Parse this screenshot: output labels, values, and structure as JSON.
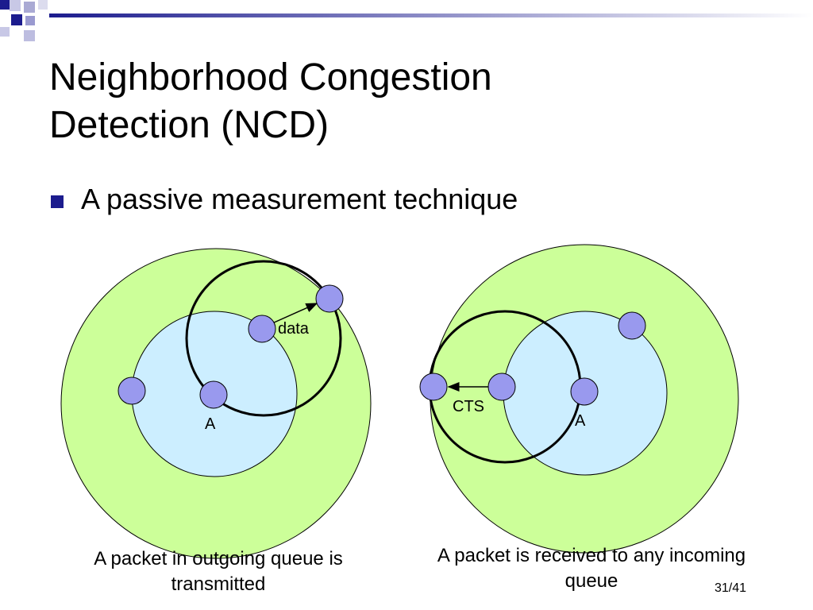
{
  "slide": {
    "title_line1": "Neighborhood Congestion",
    "title_line2": "Detection (NCD)",
    "bullet": "A passive measurement technique",
    "slide_number": "31/41"
  },
  "left_diagram": {
    "message_label": "data",
    "node_label": "A",
    "caption": "A packet in outgoing queue is transmitted"
  },
  "right_diagram": {
    "message_label": "CTS",
    "node_label": "A",
    "caption": "A packet is received to any incoming queue"
  },
  "colors": {
    "outer_region": "#ccff99",
    "inner_region": "#cceeff",
    "node_fill": "#9999ee",
    "accent_square": "#1c1c8e"
  }
}
